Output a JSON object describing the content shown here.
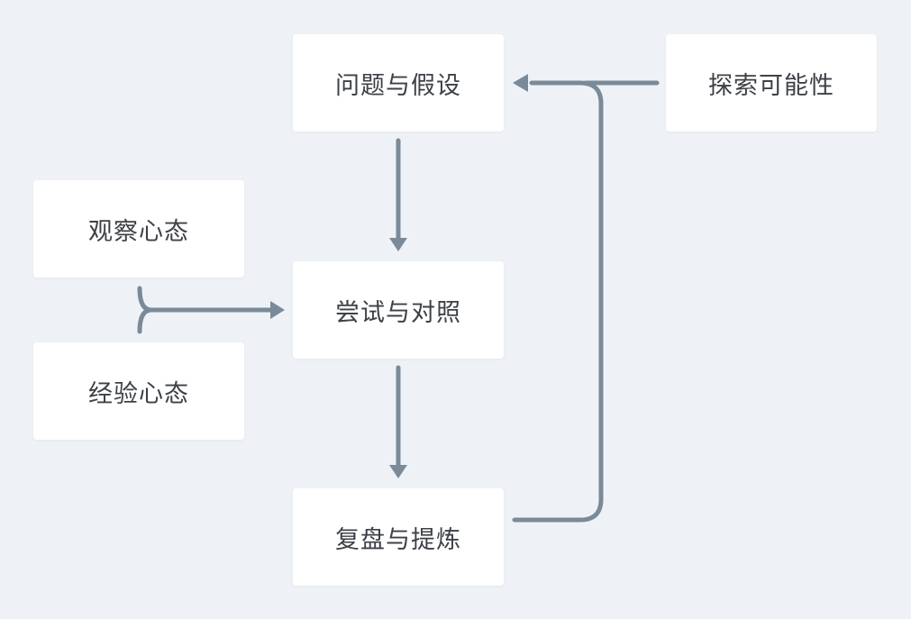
{
  "nodes": {
    "question": "问题与假设",
    "explore": "探索可能性",
    "observe": "观察心态",
    "try": "尝试与对照",
    "experience": "经验心态",
    "review": "复盘与提炼"
  },
  "colors": {
    "background": "#eef2f6",
    "node_fill": "#ffffff",
    "connector": "#7a8a99",
    "text": "#3d4147"
  }
}
